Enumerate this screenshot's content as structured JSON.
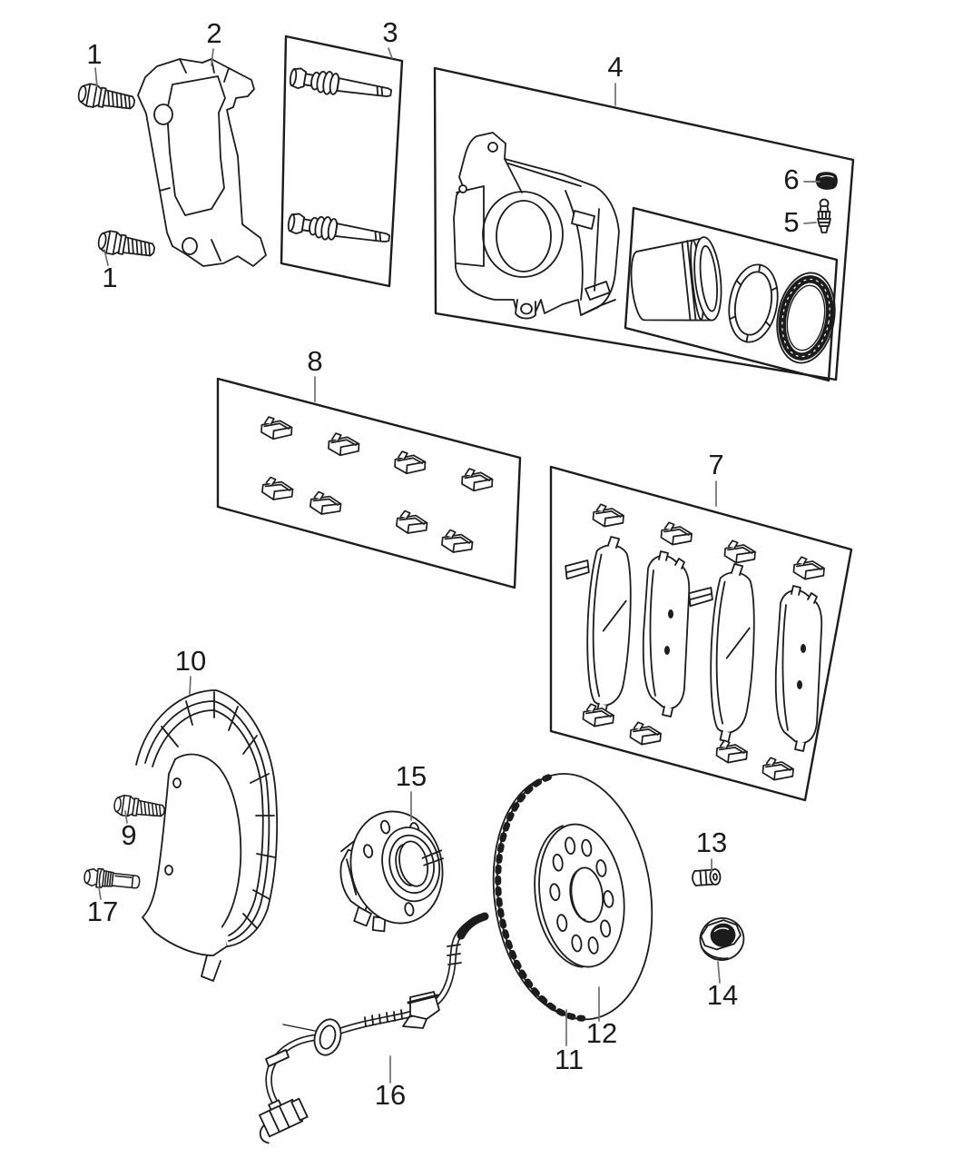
{
  "figure": {
    "kind": "exploded-parts-diagram",
    "subject": "front disc brake assembly",
    "background_color": "#ffffff",
    "line_color": "#1c1c1c",
    "leader_color": "#6e6e6e",
    "label_color": "#1a1a1a"
  },
  "callouts": {
    "c1a": {
      "label": "1"
    },
    "c1b": {
      "label": "1"
    },
    "c2": {
      "label": "2"
    },
    "c3": {
      "label": "3"
    },
    "c4": {
      "label": "4"
    },
    "c5": {
      "label": "5"
    },
    "c6": {
      "label": "6"
    },
    "c7": {
      "label": "7"
    },
    "c8": {
      "label": "8"
    },
    "c9": {
      "label": "9"
    },
    "c10": {
      "label": "10"
    },
    "c11": {
      "label": "11"
    },
    "c12": {
      "label": "12"
    },
    "c13": {
      "label": "13"
    },
    "c14": {
      "label": "14"
    },
    "c15": {
      "label": "15"
    },
    "c16": {
      "label": "16"
    },
    "c17": {
      "label": "17"
    }
  }
}
